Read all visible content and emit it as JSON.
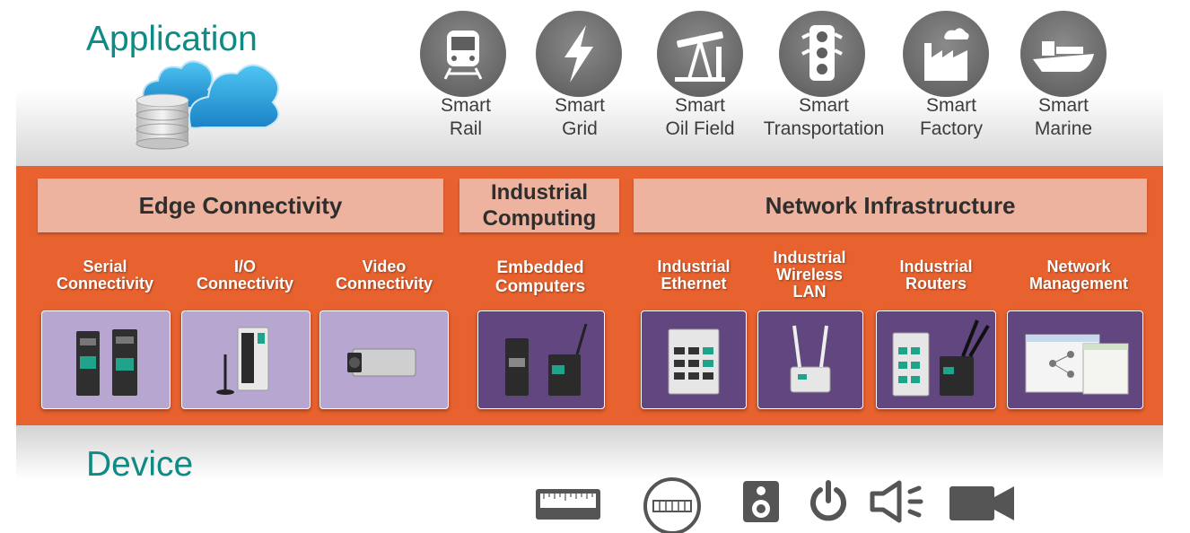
{
  "application": {
    "title": "Application",
    "items": [
      {
        "line1": "Smart",
        "line2": "Rail",
        "icon": "train-icon"
      },
      {
        "line1": "Smart",
        "line2": "Grid",
        "icon": "lightning-bolt-icon"
      },
      {
        "line1": "Smart",
        "line2": "Oil Field",
        "icon": "oil-pump-icon"
      },
      {
        "line1": "Smart",
        "line2": "Transportation",
        "icon": "traffic-light-icon"
      },
      {
        "line1": "Smart",
        "line2": "Factory",
        "icon": "factory-icon"
      },
      {
        "line1": "Smart",
        "line2": "Marine",
        "icon": "ship-icon"
      }
    ]
  },
  "categories": [
    {
      "line1": "Edge Connectivity",
      "line2": ""
    },
    {
      "line1": "Industrial",
      "line2": "Computing"
    },
    {
      "line1": "Network Infrastructure",
      "line2": ""
    }
  ],
  "subcategories": [
    {
      "lines": [
        "Serial",
        "Connectivity"
      ]
    },
    {
      "lines": [
        "I/O",
        "Connectivity"
      ]
    },
    {
      "lines": [
        "Video",
        "Connectivity"
      ]
    },
    {
      "lines": [
        "Embedded",
        "Computers"
      ]
    },
    {
      "lines": [
        "Industrial",
        "Ethernet"
      ]
    },
    {
      "lines": [
        "Industrial",
        "Wireless",
        "LAN"
      ]
    },
    {
      "lines": [
        "Industrial",
        "Routers"
      ]
    },
    {
      "lines": [
        "Network",
        "Management"
      ]
    }
  ],
  "device": {
    "title": "Device",
    "icons": [
      "ruler-icon",
      "meter-icon",
      "speaker-icon",
      "power-icon",
      "volume-icon",
      "video-camera-icon"
    ]
  },
  "colors": {
    "accent_teal": "#0d8b84",
    "orange": "#e8622f",
    "category_bar": "#eeb39e",
    "card_light_purple": "#b7a6cf",
    "card_dark_purple": "#62467f"
  }
}
